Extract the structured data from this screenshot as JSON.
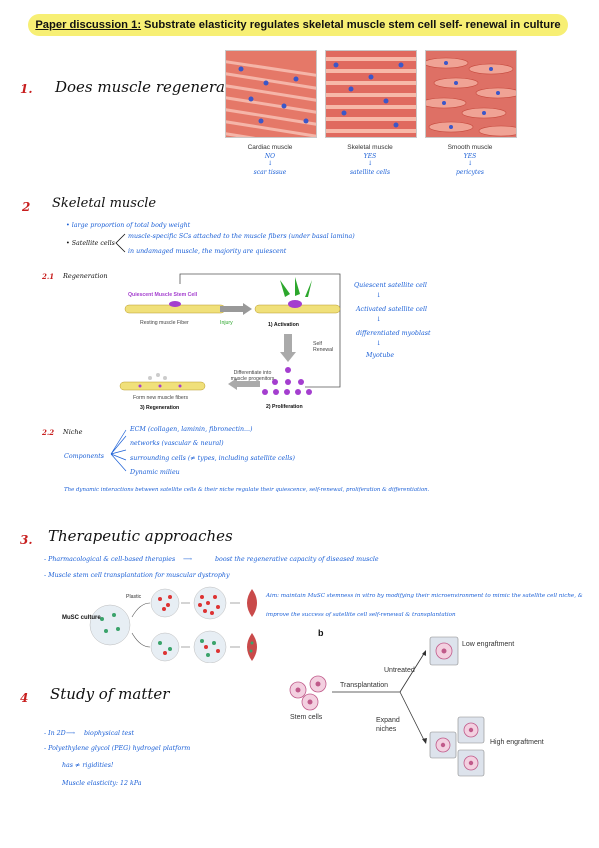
{
  "title": {
    "prefix": "Paper discussion 1:",
    "text": "Substrate elasticity regulates skeletal muscle stem cell self- renewal in culture"
  },
  "s1": {
    "num": "1.",
    "heading": "Does muscle regenerate?",
    "panels": [
      {
        "label": "Cardiac muscle",
        "ans": "NO",
        "arrow": "↓",
        "note": "scar tissue"
      },
      {
        "label": "Skeletal muscle",
        "ans": "YES",
        "arrow": "↓",
        "note": "satellite cells"
      },
      {
        "label": "Smooth muscle",
        "ans": "YES",
        "arrow": "↓",
        "note": "pericytes"
      }
    ]
  },
  "s2": {
    "num": "2",
    "heading": "Skeletal muscle",
    "b1": "• large proportion of total body weight",
    "b2": "• Satellite cells",
    "b2a": "muscle-specific SCs attached to the muscle fibers (under basal lamina)",
    "b2b": "in undamaged muscle, the majority are quiescent",
    "sub1": {
      "num": "2.1",
      "label": "Regeneration"
    },
    "diagram": {
      "qsc": "Quiescent Muscle Stem Cell",
      "resting": "Resting muscle Fiber",
      "injury": "Injury",
      "activation": "1) Activation",
      "self": "Self Renewal",
      "diff": "Differentiate into muscle progenitors",
      "prolif": "2) Proliferation",
      "form": "Form new muscle fibers",
      "regen": "3) Regeneration"
    },
    "flow": [
      "Quiescent satellite cell",
      "Activated satellite cell",
      "differentiated myoblast",
      "Myotube"
    ],
    "sub2": {
      "num": "2.2",
      "label": "Niche"
    },
    "components": "Components",
    "niche": [
      "ECM (collagen, laminin, fibronectin...)",
      "networks (vascular & neural)",
      "surrounding cells (≠ types, including satellite cells)",
      "Dynamic milieu"
    ],
    "summary": "The dynamic interactions between satellite cells & their niche regulate their quiescence, self-renewal, proliferation & differentiation."
  },
  "s3": {
    "num": "3.",
    "heading": "Therapeutic approaches",
    "b1": "- Pharmacological & cell-based therapies",
    "b1b": "boost the regenerative capacity of diseased muscle",
    "b2": "- Muscle stem cell transplantation for muscular dystrophy",
    "musc": "MuSC culture",
    "plastic": "Plastic",
    "aim": "Aim: maintain MuSC stemness in vitro by modifying their microenvironment to mimic the satellite cell niche, &",
    "aim2": "improve the success of satellite cell self-renewal & transplantation"
  },
  "s4": {
    "num": "4",
    "heading": "Study of matter",
    "b1": "- In 2D",
    "b1b": "biophysical test",
    "b2": "- Polyethylene glycol (PEG) hydrogel platform",
    "b3": "has ≠ rigidities!",
    "b4": "Muscle elasticity: 12 kPa",
    "fig": {
      "b": "b",
      "stem": "Stem cells",
      "transp": "Transplantation",
      "untreated": "Untreated",
      "expand": "Expand niches",
      "low": "Low engraftment",
      "high": "High engraftment"
    }
  }
}
